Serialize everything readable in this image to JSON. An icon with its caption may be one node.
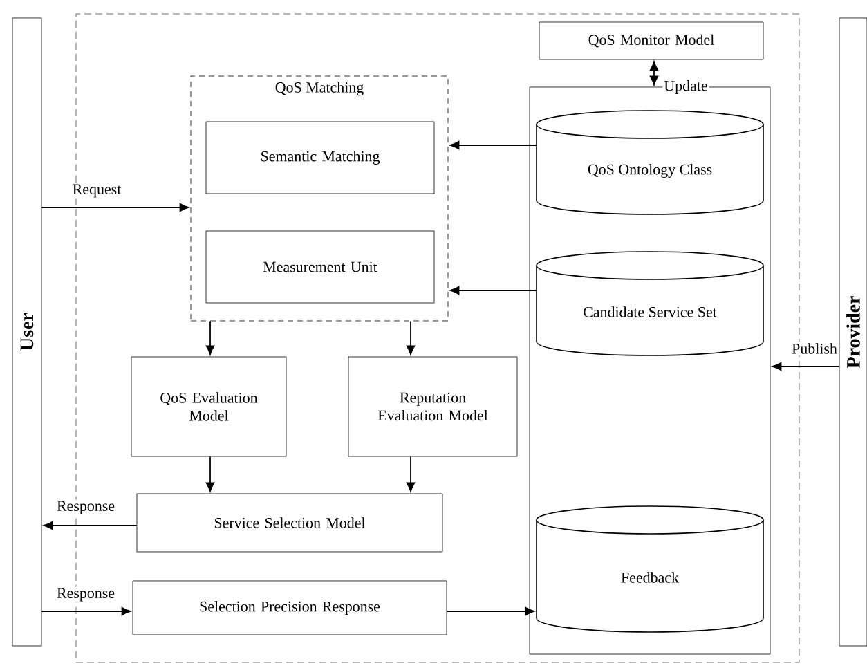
{
  "diagram": {
    "nodes": [
      {
        "text": [
          "User"
        ]
      },
      {
        "text": [],
        "shape": "box"
      },
      {
        "text": [
          "QoS Monitor Model"
        ],
        "in": 1
      },
      {
        "text": [
          "QoS Matching"
        ],
        "in": 1
      },
      {
        "text": [
          "Semantic Matching"
        ],
        "in": 3
      },
      {
        "text": [
          "Measurement Unit"
        ],
        "in": 3
      },
      {
        "text": [],
        "shape": "box",
        "in": 1
      },
      {
        "text": [
          "QoS Ontology Class"
        ],
        "in": 6
      },
      {
        "text": [
          "Candidate Service Set"
        ],
        "in": 6
      },
      {
        "text": [
          "QoS Evaluation Model"
        ],
        "in": 1
      },
      {
        "text": [
          "Reputation Evaluation Model"
        ],
        "in": 1
      },
      {
        "text": [
          "Service Selection Model"
        ],
        "in": 1
      },
      {
        "text": [
          "Selection Precision Response"
        ],
        "in": 1
      },
      {
        "text": [
          "Feedback"
        ],
        "in": 6
      },
      {
        "text": [
          "Provider"
        ]
      }
    ],
    "edges": [
      {
        "from": 0,
        "to": 3,
        "arrow": "to",
        "label": "Request"
      },
      {
        "from": 7,
        "to": 3,
        "arrow": "to"
      },
      {
        "from": 8,
        "to": 3,
        "arrow": "to"
      },
      {
        "from": 3,
        "to": 9,
        "arrow": "to"
      },
      {
        "from": 3,
        "to": 10,
        "arrow": "to"
      },
      {
        "from": 9,
        "to": 11,
        "arrow": "to"
      },
      {
        "from": 10,
        "to": 11,
        "arrow": "to"
      },
      {
        "from": 11,
        "to": 0,
        "arrow": "to",
        "label": "Response"
      },
      {
        "from": 0,
        "to": 12,
        "arrow": "to",
        "label": "Response"
      },
      {
        "from": 12,
        "to": 13,
        "arrow": "to"
      },
      {
        "from": 2,
        "to": 6,
        "arrow": "both",
        "label": "Update"
      },
      {
        "from": 14,
        "to": 6,
        "arrow": "to",
        "label": "Publish"
      }
    ]
  }
}
